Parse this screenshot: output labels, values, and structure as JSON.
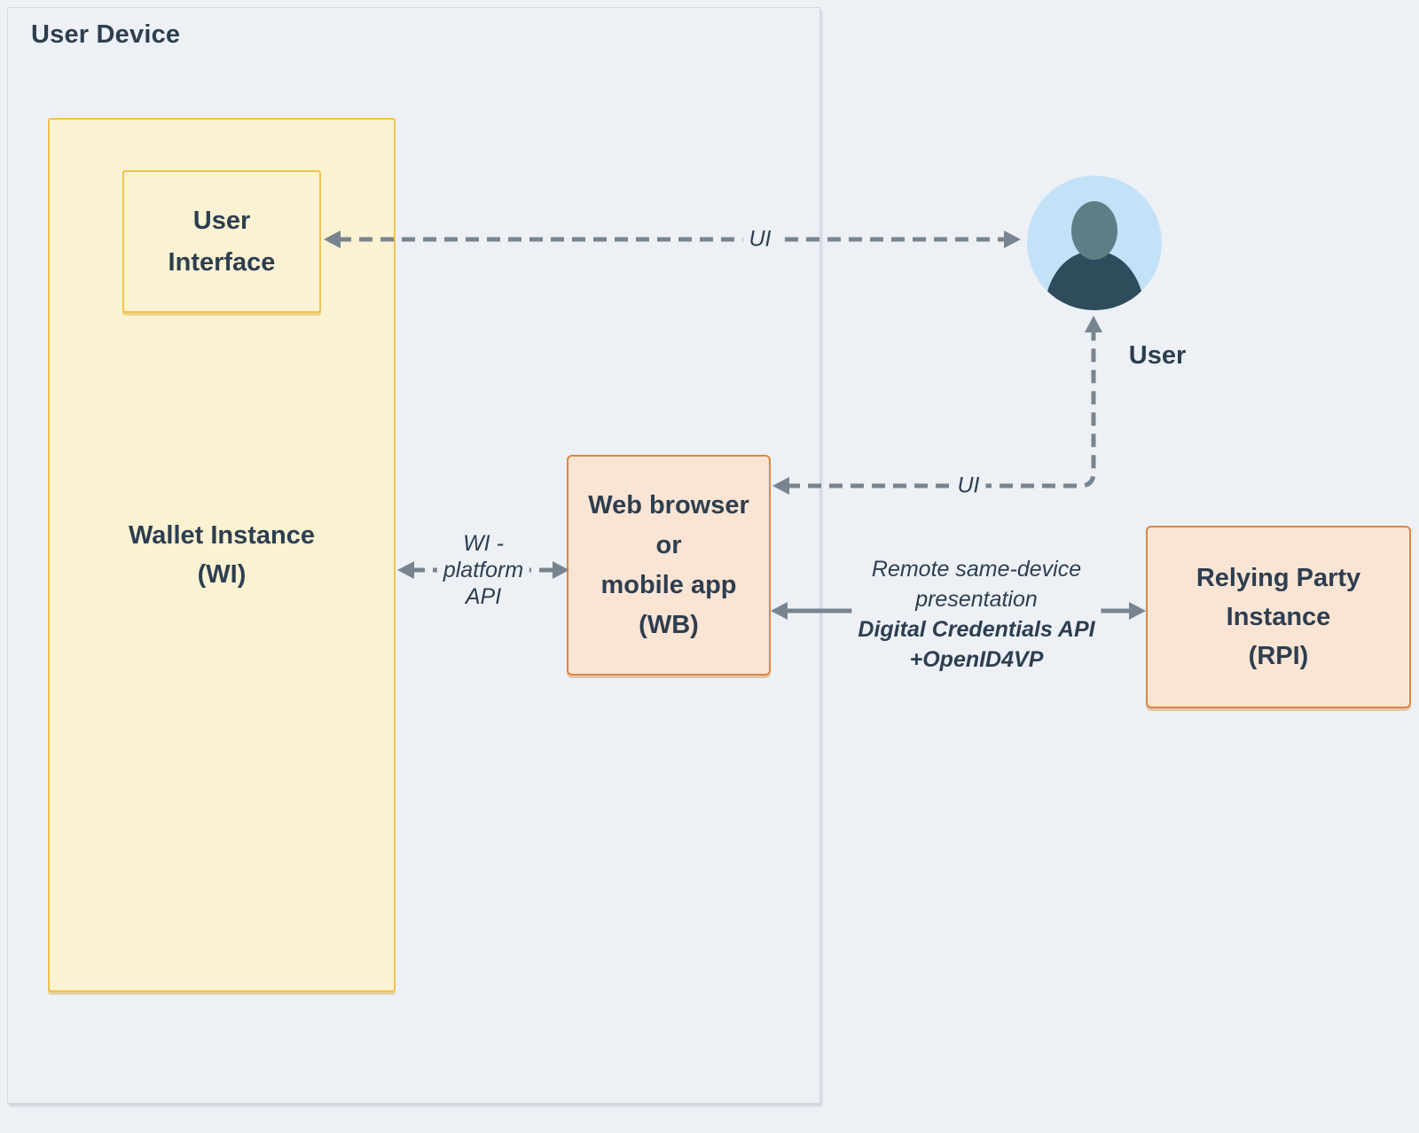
{
  "user_device": {
    "title": "User Device"
  },
  "wallet_instance": {
    "lines": [
      "Wallet Instance",
      "(WI)"
    ]
  },
  "user_interface": {
    "lines": [
      "User",
      "Interface"
    ]
  },
  "web_browser": {
    "lines": [
      "Web browser",
      "or",
      "mobile app",
      "(WB)"
    ]
  },
  "relying_party": {
    "lines": [
      "Relying Party",
      "Instance",
      "(RPI)"
    ]
  },
  "user": {
    "label": "User"
  },
  "edges": {
    "ui_user_to_interface": {
      "label": "UI",
      "style": "dashed"
    },
    "ui_user_to_browser": {
      "label": "UI",
      "style": "dashed"
    },
    "wi_platform_api": {
      "lines": [
        "WI -",
        "platform",
        "API"
      ],
      "style": "dashed"
    },
    "remote_presentation": {
      "lines": [
        "Remote same-device",
        "presentation",
        "Digital Credentials API",
        "+OpenID4VP"
      ],
      "style": "solid"
    }
  },
  "colors": {
    "background": "#edf1f6",
    "text": "#2d3e50",
    "wallet_fill": "#fbf2d3",
    "wallet_border": "#f0c24d",
    "browser_fill": "#fae4d4",
    "browser_border": "#dd8640",
    "arrow": "#78848f",
    "avatar_circle": "#c3e2f8",
    "avatar_head": "#5d7e85",
    "avatar_body": "#2e4c5b"
  }
}
